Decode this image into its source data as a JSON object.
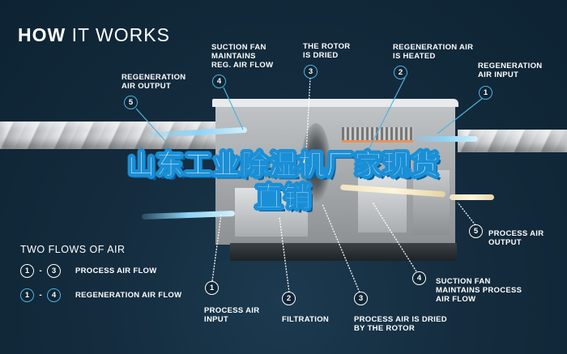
{
  "header": {
    "title_bold": "HOW",
    "title_rest": " IT WORKS"
  },
  "regeneration_callouts": [
    {
      "number": "5",
      "label_line1": "REGENERATION",
      "label_line2": "AIR OUTPUT"
    },
    {
      "number": "4",
      "label_line1": "SUCTION FAN",
      "label_line2": "MAINTAINS",
      "label_line3": "REG. AIR FLOW"
    },
    {
      "number": "3",
      "label_line1": "THE ROTOR",
      "label_line2": "IS DRIED"
    },
    {
      "number": "2",
      "label_line1": "REGENERATION AIR",
      "label_line2": "IS HEATED"
    },
    {
      "number": "1",
      "label_line1": "REGENERATION",
      "label_line2": "AIR INPUT"
    }
  ],
  "process_callouts": [
    {
      "number": "1",
      "label_line1": "PROCESS AIR",
      "label_line2": "INPUT"
    },
    {
      "number": "2",
      "label_line1": "FILTRATION"
    },
    {
      "number": "3",
      "label_line1": "PROCESS AIR IS DRIED",
      "label_line2": "BY THE ROTOR"
    },
    {
      "number": "4",
      "label_line1": "SUCTION FAN",
      "label_line2": "MAINTAINS PROCESS",
      "label_line3": "AIR FLOW"
    },
    {
      "number": "5",
      "label_line1": "PROCESS AIR",
      "label_line2": "OUTPUT"
    }
  ],
  "legend": {
    "title": "TWO FLOWS OF AIR",
    "rows": [
      {
        "from": "1",
        "dash": "-",
        "to": "3",
        "label": "PROCESS AIR FLOW",
        "color": "#ffffff"
      },
      {
        "from": "1",
        "dash": "-",
        "to": "4",
        "label": "REGENERATION AIR FLOW",
        "color": "#4fb5e0"
      }
    ]
  },
  "banner": {
    "line1": "山东工业除湿机厂家现货",
    "line2": "直销"
  },
  "colors": {
    "background": "#0f2535",
    "regeneration_accent": "#4fb5e0",
    "process_accent": "#ffffff",
    "banner_outline": "#1a8fd6"
  }
}
